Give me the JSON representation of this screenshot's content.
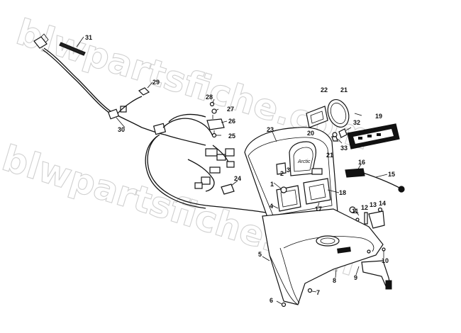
{
  "watermark": "blwpartsfiche.com",
  "callouts": [
    {
      "id": "p31",
      "text": "31"
    },
    {
      "id": "p29",
      "text": "29"
    },
    {
      "id": "p28",
      "text": "28"
    },
    {
      "id": "p27",
      "text": "27"
    },
    {
      "id": "p26",
      "text": "26"
    },
    {
      "id": "p25",
      "text": "25"
    },
    {
      "id": "p30",
      "text": "30"
    },
    {
      "id": "p22",
      "text": "22"
    },
    {
      "id": "p21",
      "text": "21"
    },
    {
      "id": "p32",
      "text": "32"
    },
    {
      "id": "p19",
      "text": "19"
    },
    {
      "id": "p23",
      "text": "23"
    },
    {
      "id": "p20",
      "text": "20"
    },
    {
      "id": "p24",
      "text": "24"
    },
    {
      "id": "p33",
      "text": "33"
    },
    {
      "id": "p21b",
      "text": "21"
    },
    {
      "id": "p2",
      "text": "2"
    },
    {
      "id": "p3",
      "text": "3"
    },
    {
      "id": "p16",
      "text": "16"
    },
    {
      "id": "p15",
      "text": "15"
    },
    {
      "id": "p1",
      "text": "1"
    },
    {
      "id": "p18",
      "text": "18"
    },
    {
      "id": "p4",
      "text": "4"
    },
    {
      "id": "p17",
      "text": "17"
    },
    {
      "id": "p14",
      "text": "14"
    },
    {
      "id": "p13",
      "text": "13"
    },
    {
      "id": "p12",
      "text": "12"
    },
    {
      "id": "p11",
      "text": "11"
    },
    {
      "id": "p5",
      "text": "5"
    },
    {
      "id": "p8",
      "text": "8"
    },
    {
      "id": "p9",
      "text": "9"
    },
    {
      "id": "p10",
      "text": "10"
    },
    {
      "id": "p7",
      "text": "7"
    },
    {
      "id": "p6",
      "text": "6"
    }
  ]
}
